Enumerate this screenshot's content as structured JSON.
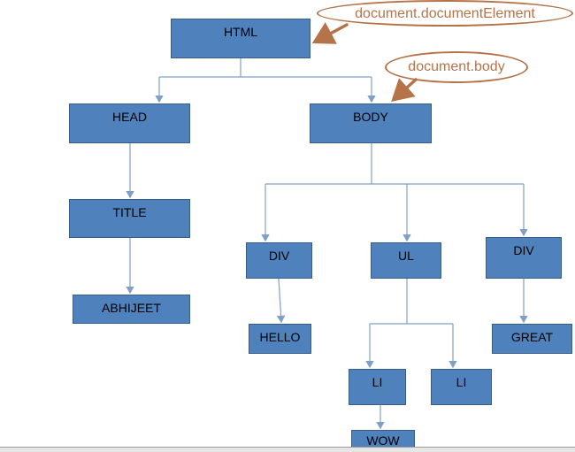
{
  "nodes": {
    "html": "HTML",
    "head": "HEAD",
    "body": "BODY",
    "title": "TITLE",
    "abhijeet": "ABHIJEET",
    "div1": "DIV",
    "ul": "UL",
    "div2": "DIV",
    "hello": "HELLO",
    "great": "GREAT",
    "li1": "LI",
    "li2": "LI",
    "wow": "WOW"
  },
  "callouts": {
    "document_element": "document.documentElement",
    "document_body": "document.body"
  },
  "colors": {
    "node_fill": "#4f81bd",
    "node_border": "#385d8a",
    "connector": "#7f9fc7",
    "callout": "#b5734a"
  }
}
